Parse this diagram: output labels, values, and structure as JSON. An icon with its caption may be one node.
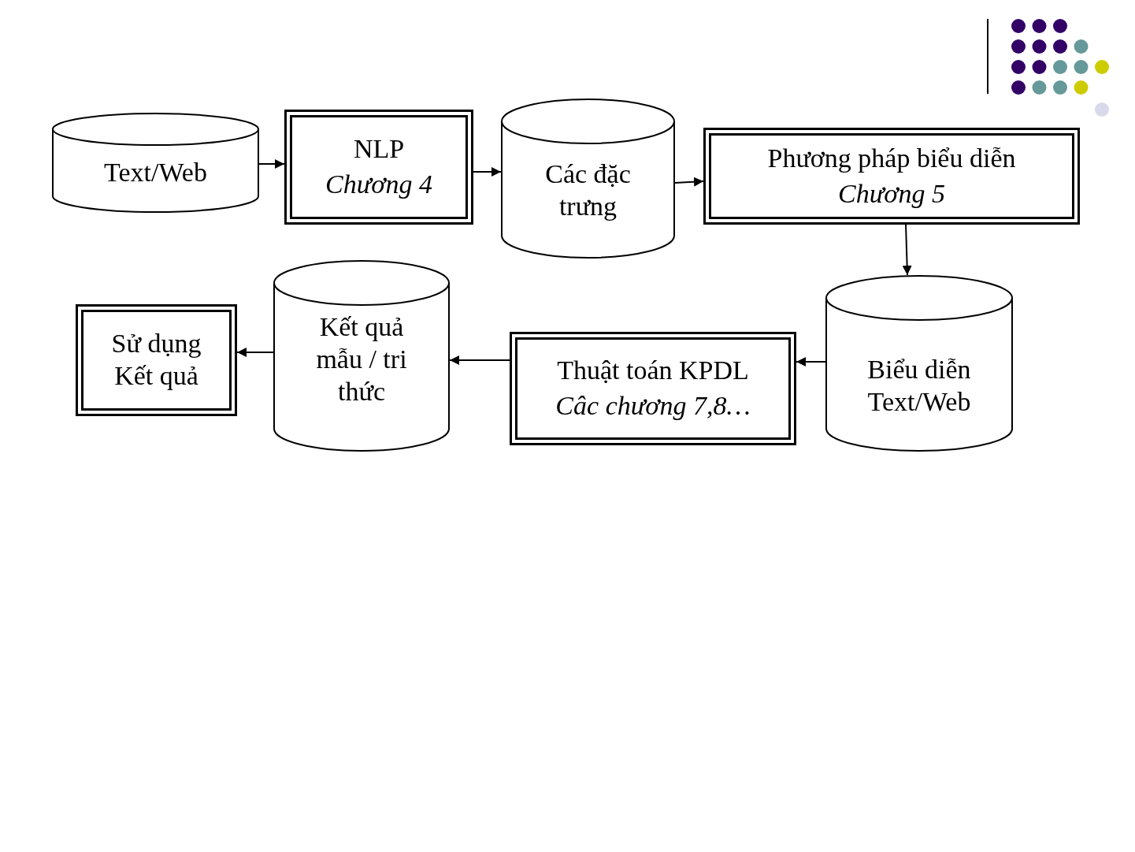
{
  "diagram": {
    "nodes": [
      {
        "text": [
          "Text/Web"
        ]
      },
      {
        "text": [
          "NLP",
          "Chương 4"
        ]
      },
      {
        "text": [
          "Các đặc trưng"
        ]
      },
      {
        "text": [
          "Phương pháp biểu diễn",
          "Chương 5"
        ]
      },
      {
        "text": [
          "Biểu diễn Text/Web"
        ]
      },
      {
        "text": [
          "Thuật toán KPDL",
          "Câc chương 7,8…"
        ]
      },
      {
        "text": [
          "Kết quả mẫu / tri thức"
        ]
      },
      {
        "text": [
          "Sử dụng Kết quả"
        ]
      }
    ],
    "edges": [
      {
        "from": 0,
        "to": 1,
        "arrow": "to"
      },
      {
        "from": 1,
        "to": 2,
        "arrow": "to"
      },
      {
        "from": 2,
        "to": 3,
        "arrow": "to"
      },
      {
        "from": 3,
        "to": 4,
        "arrow": "to"
      },
      {
        "from": 4,
        "to": 5,
        "arrow": "to"
      },
      {
        "from": 5,
        "to": 6,
        "arrow": "to"
      },
      {
        "from": 6,
        "to": 7,
        "arrow": "to"
      }
    ]
  }
}
